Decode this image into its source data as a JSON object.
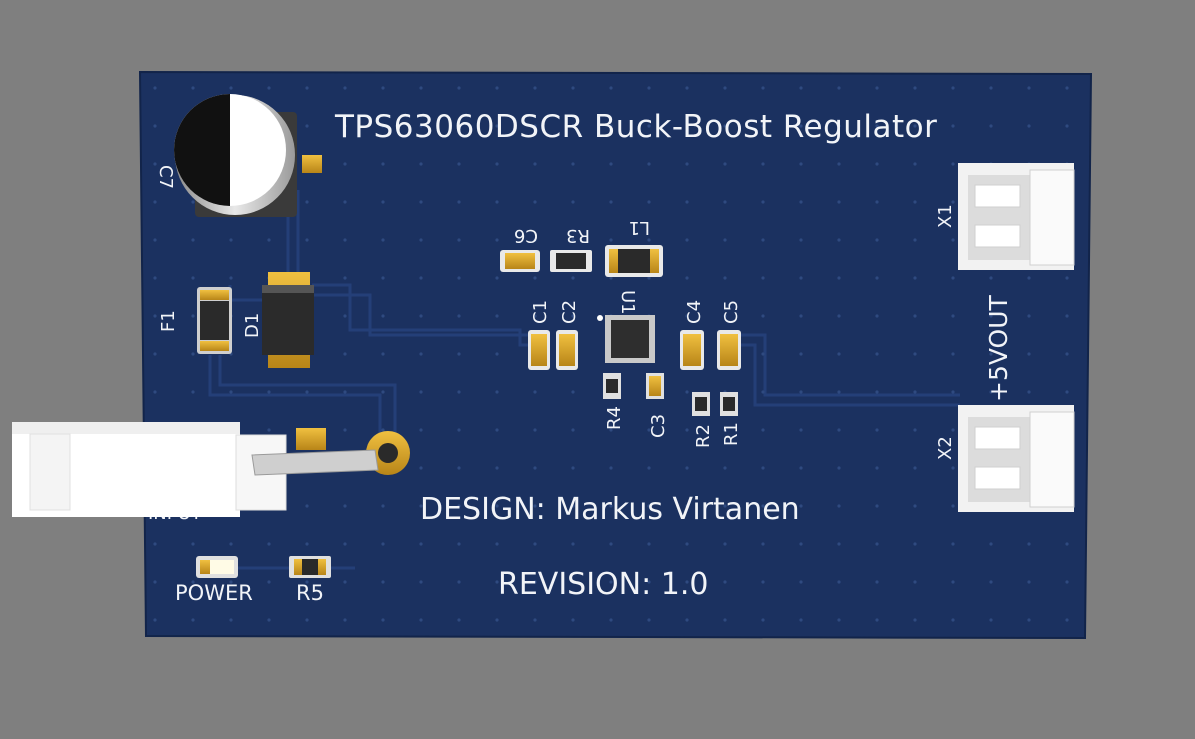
{
  "board": {
    "title": "TPS63060DSCR Buck-Boost Regulator",
    "design": "DESIGN: Markus Virtanen",
    "revision": "REVISION: 1.0",
    "output_label": "+5VOUT",
    "power_label": "POWER",
    "input_label_partial": "INPUT"
  },
  "refdes": {
    "c1": "C1",
    "c2": "C2",
    "c3": "C3",
    "c4": "C4",
    "c5": "C5",
    "c6": "C6",
    "c7": "C7",
    "r1": "R1",
    "r2": "R2",
    "r3": "R3",
    "r4": "R4",
    "r5": "R5",
    "l1": "L1",
    "u1": "U1",
    "d1": "D1",
    "f1": "F1",
    "x1": "X1",
    "x2": "X2"
  },
  "colors": {
    "background": "#7f7f7f",
    "pcb": "#1b3160",
    "trace": "#243f78",
    "silkscreen": "#f2f4f8",
    "pad": "#d9a52a",
    "connector": "#f5f5f5",
    "component_body": "#2b2b2b"
  }
}
